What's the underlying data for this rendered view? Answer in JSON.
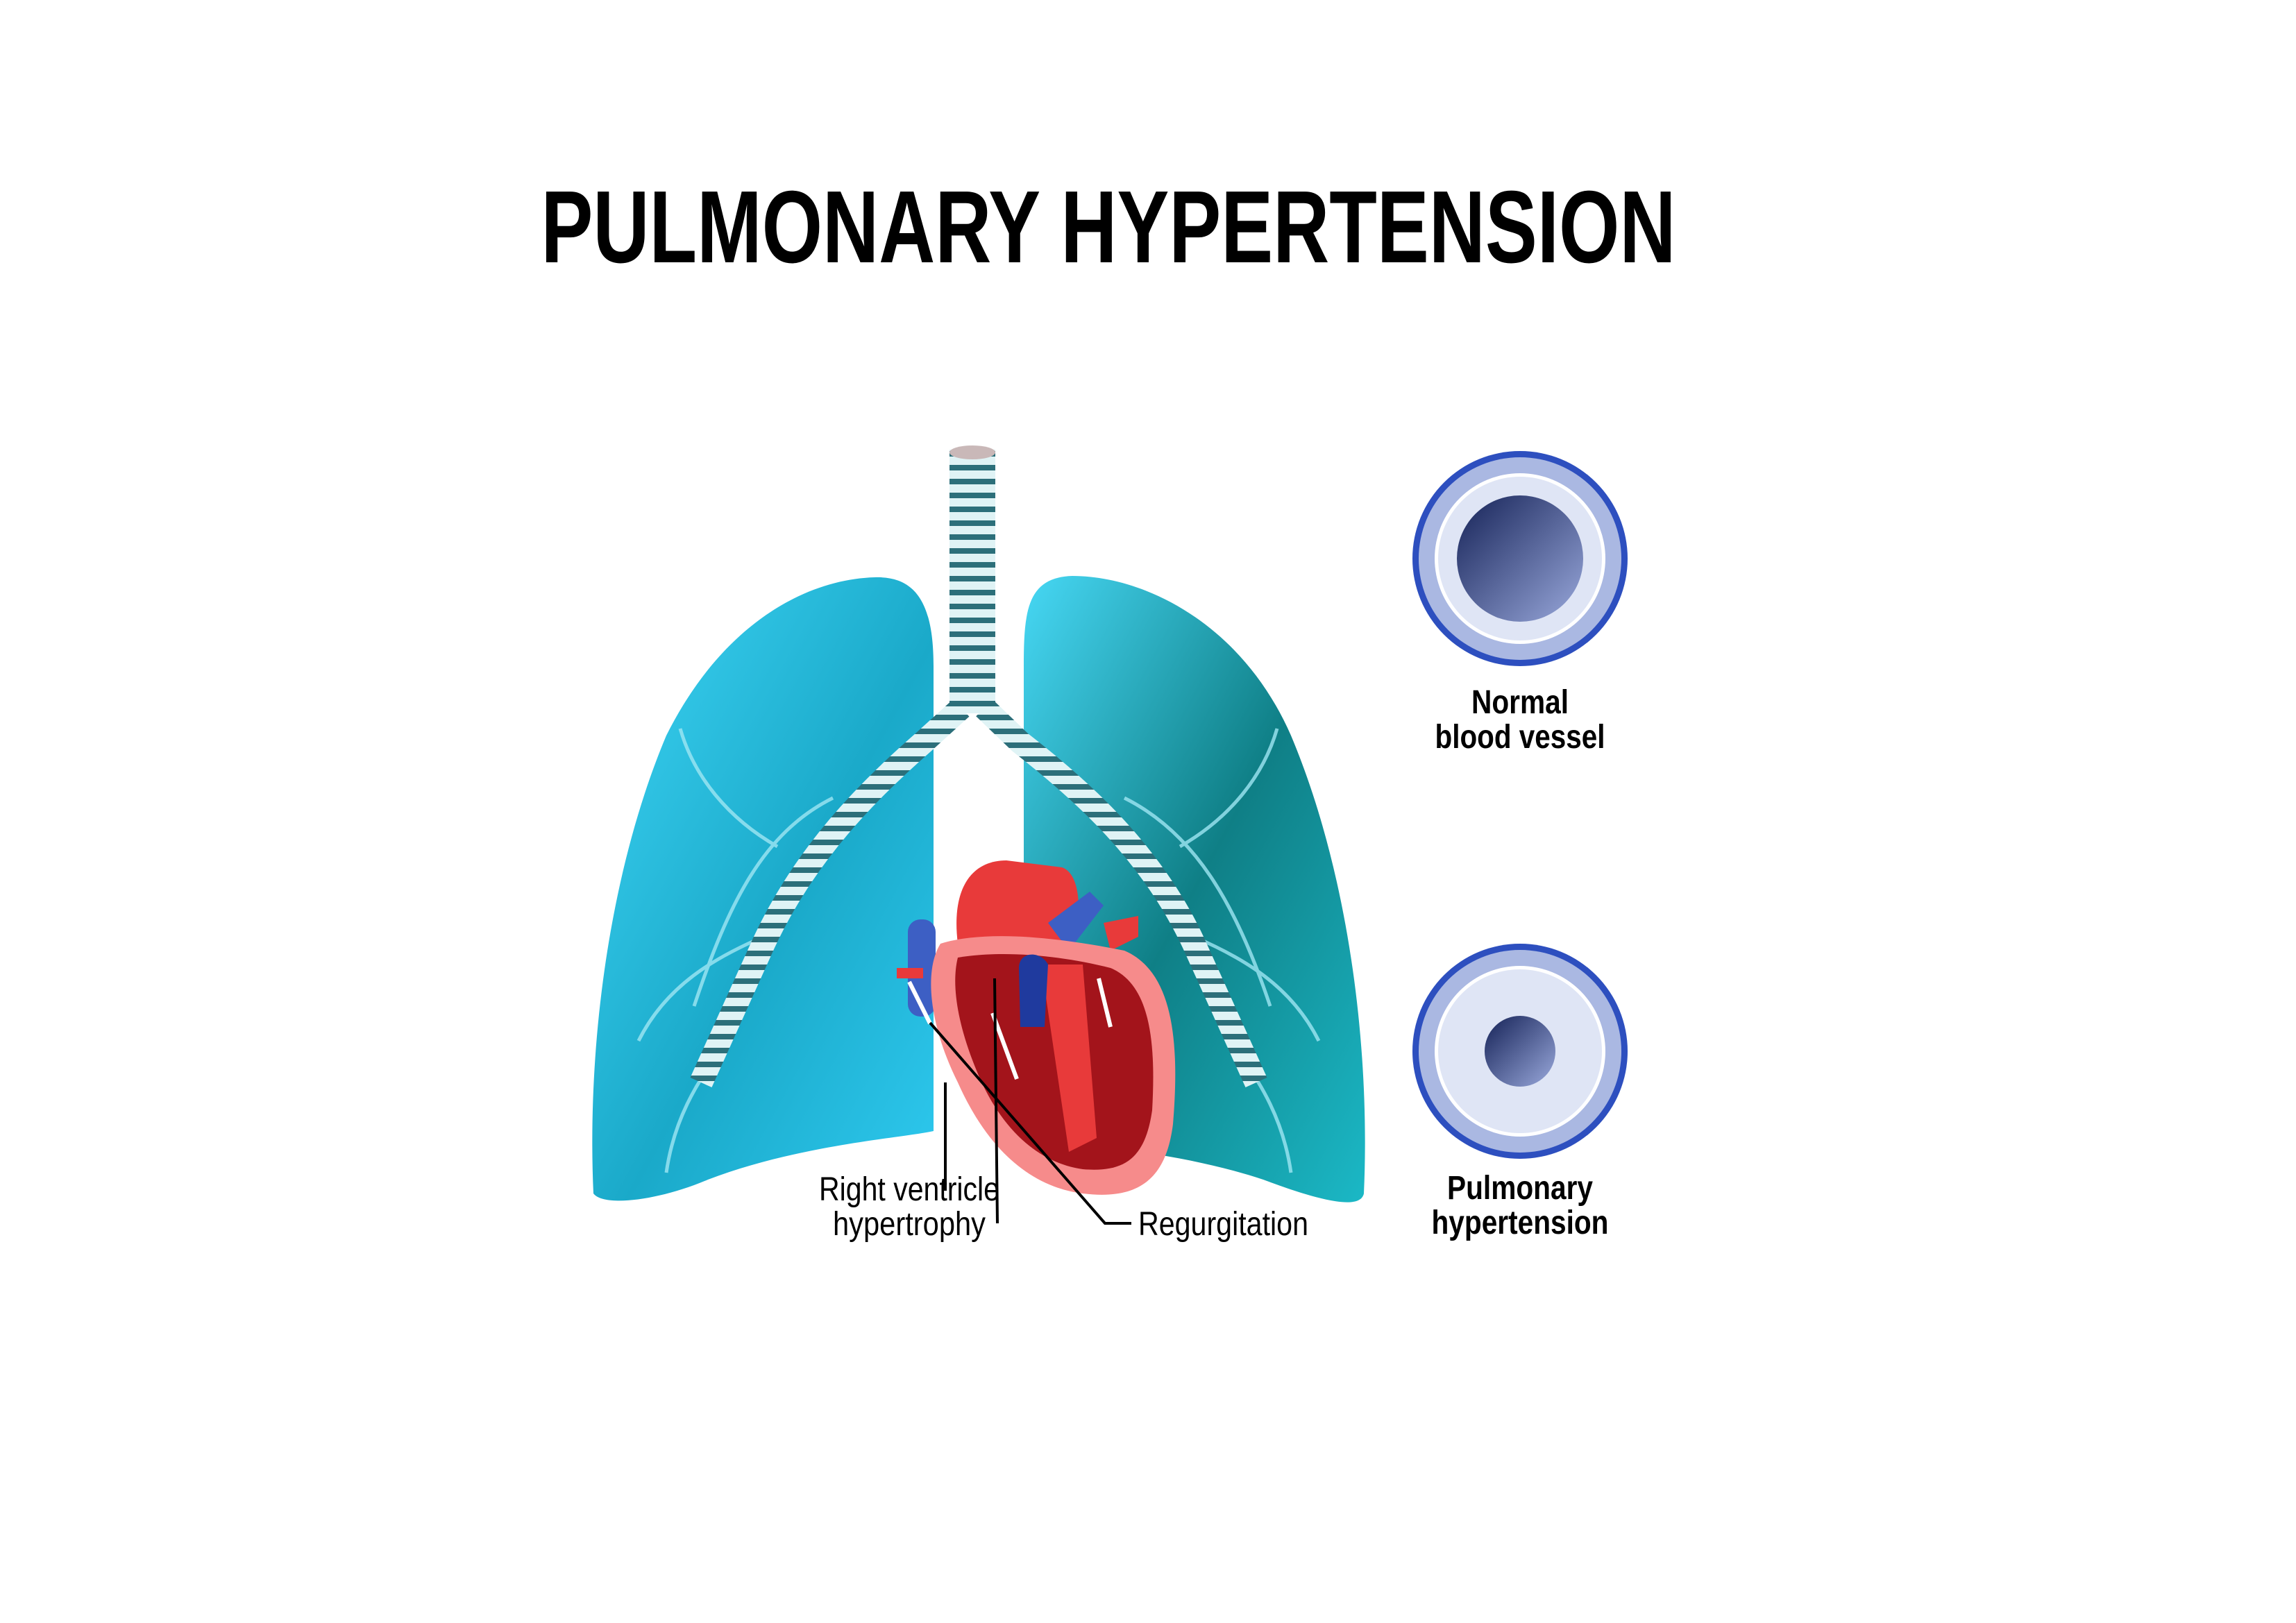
{
  "title": "PULMONARY HYPERTENSION",
  "labels": {
    "rv_line1": "Right ventricle",
    "rv_line2": "hypertrophy",
    "regurgitation": "Regurgitation",
    "normal_line1": "Normal",
    "normal_line2": "blood vessel",
    "ph_line1": "Pulmonary",
    "ph_line2": "hypertension"
  },
  "colors": {
    "lung": "#29c6ee",
    "lung_dark": "#0d8a8a",
    "heart_red": "#e83a3a",
    "heart_dark": "#8c0d12",
    "vein_blue": "#3d5fc4",
    "vessel_ring": "#2d4fbf",
    "vessel_wall": "#aab8e2",
    "vessel_inner": "#dfe5f5",
    "lumen": "#1f2c66"
  }
}
